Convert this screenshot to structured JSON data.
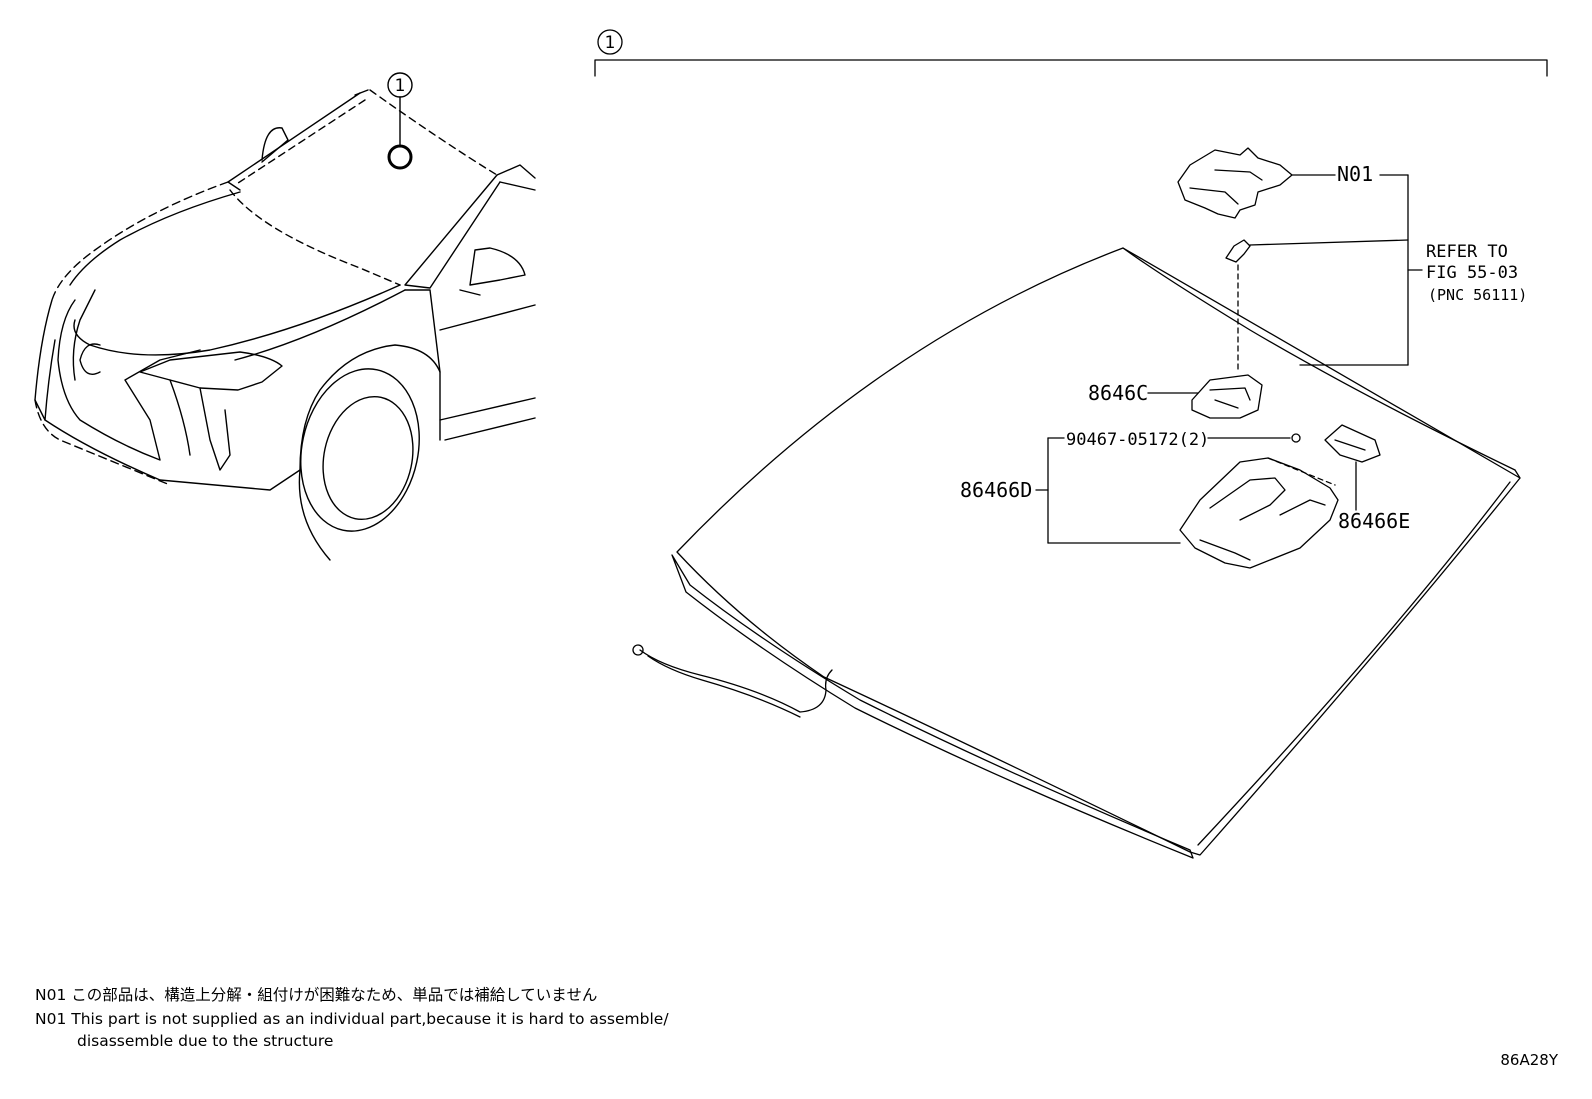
{
  "callout_number": "1",
  "labels": {
    "n01": "N01",
    "refer_to_line1": "REFER TO",
    "refer_to_line2": "FIG 55-03",
    "refer_to_line3": "(PNC 56111)",
    "part_8646c": "8646C",
    "part_90467": "90467-05172(2)",
    "part_86466d": "86466D",
    "part_86466e": "86466E"
  },
  "notes": {
    "jp": {
      "code": "N01",
      "text": "この部品は、構造上分解・組付けが困難なため、単品では補給していません"
    },
    "en1": {
      "code": "N01",
      "text": "This part is not supplied as an individual part,because it is hard to assemble/"
    },
    "en2": {
      "text": "disassemble due to the structure"
    }
  },
  "figure_code": "86A28Y"
}
